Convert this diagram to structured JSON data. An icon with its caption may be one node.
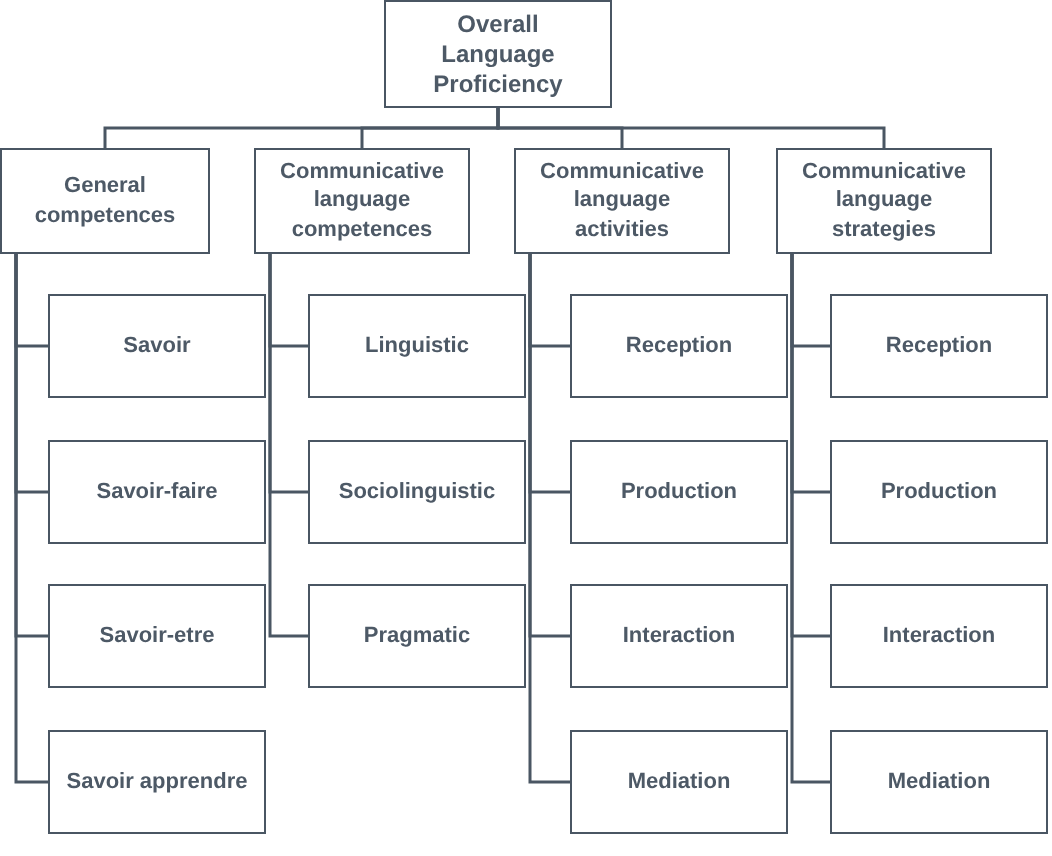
{
  "diagram": {
    "nodes": [
      {
        "text": [
          "Overall Language Proficiency"
        ]
      },
      {
        "text": [
          "General competences"
        ]
      },
      {
        "text": [
          "Savoir"
        ]
      },
      {
        "text": [
          "Savoir-faire"
        ]
      },
      {
        "text": [
          "Savoir-etre"
        ]
      },
      {
        "text": [
          "Savoir apprendre"
        ]
      },
      {
        "text": [
          "Communicative language competences"
        ]
      },
      {
        "text": [
          "Linguistic"
        ]
      },
      {
        "text": [
          "Sociolinguistic"
        ]
      },
      {
        "text": [
          "Pragmatic"
        ]
      },
      {
        "text": [
          "Communicative language activities"
        ]
      },
      {
        "text": [
          "Reception"
        ]
      },
      {
        "text": [
          "Production"
        ]
      },
      {
        "text": [
          "Interaction"
        ]
      },
      {
        "text": [
          "Mediation"
        ]
      },
      {
        "text": [
          "Communicative language strategies"
        ]
      },
      {
        "text": [
          "Reception"
        ]
      },
      {
        "text": [
          "Production"
        ]
      },
      {
        "text": [
          "Interaction"
        ]
      },
      {
        "text": [
          "Mediation"
        ]
      }
    ],
    "edges": [
      {
        "from": 0,
        "to": 1,
        "arrow": "none"
      },
      {
        "from": 0,
        "to": 6,
        "arrow": "none"
      },
      {
        "from": 0,
        "to": 10,
        "arrow": "none"
      },
      {
        "from": 0,
        "to": 15,
        "arrow": "none"
      },
      {
        "from": 1,
        "to": 2,
        "arrow": "none"
      },
      {
        "from": 1,
        "to": 3,
        "arrow": "none"
      },
      {
        "from": 1,
        "to": 4,
        "arrow": "none"
      },
      {
        "from": 1,
        "to": 5,
        "arrow": "none"
      },
      {
        "from": 6,
        "to": 7,
        "arrow": "none"
      },
      {
        "from": 6,
        "to": 8,
        "arrow": "none"
      },
      {
        "from": 6,
        "to": 9,
        "arrow": "none"
      },
      {
        "from": 10,
        "to": 11,
        "arrow": "none"
      },
      {
        "from": 10,
        "to": 12,
        "arrow": "none"
      },
      {
        "from": 10,
        "to": 13,
        "arrow": "none"
      },
      {
        "from": 10,
        "to": 14,
        "arrow": "none"
      },
      {
        "from": 15,
        "to": 16,
        "arrow": "none"
      },
      {
        "from": 15,
        "to": 17,
        "arrow": "none"
      },
      {
        "from": 15,
        "to": 18,
        "arrow": "none"
      },
      {
        "from": 15,
        "to": 19,
        "arrow": "none"
      }
    ]
  }
}
